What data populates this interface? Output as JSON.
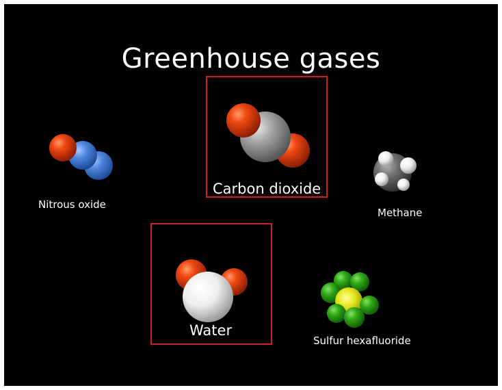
{
  "slide": {
    "title": "Greenhouse gases",
    "highlight_color": "#d01e24",
    "molecules": [
      {
        "label": "Nitrous oxide",
        "icon": "nitrous-oxide-molecule-icon",
        "highlighted": false
      },
      {
        "label": "Carbon dioxide",
        "icon": "carbon-dioxide-molecule-icon",
        "highlighted": true
      },
      {
        "label": "Methane",
        "icon": "methane-molecule-icon",
        "highlighted": false
      },
      {
        "label": "Water",
        "icon": "water-molecule-icon",
        "highlighted": true
      },
      {
        "label": "Sulfur hexafluoride",
        "icon": "sulfur-hexafluoride-molecule-icon",
        "highlighted": false
      }
    ],
    "atom_colors": {
      "oxygen": "#e8400f",
      "nitrogen": "#4f86e0",
      "carbon": "#9a9a9a",
      "hydrogen": "#f2f2f2",
      "sulfur": "#e6e61e",
      "fluorine": "#2faa16"
    }
  }
}
